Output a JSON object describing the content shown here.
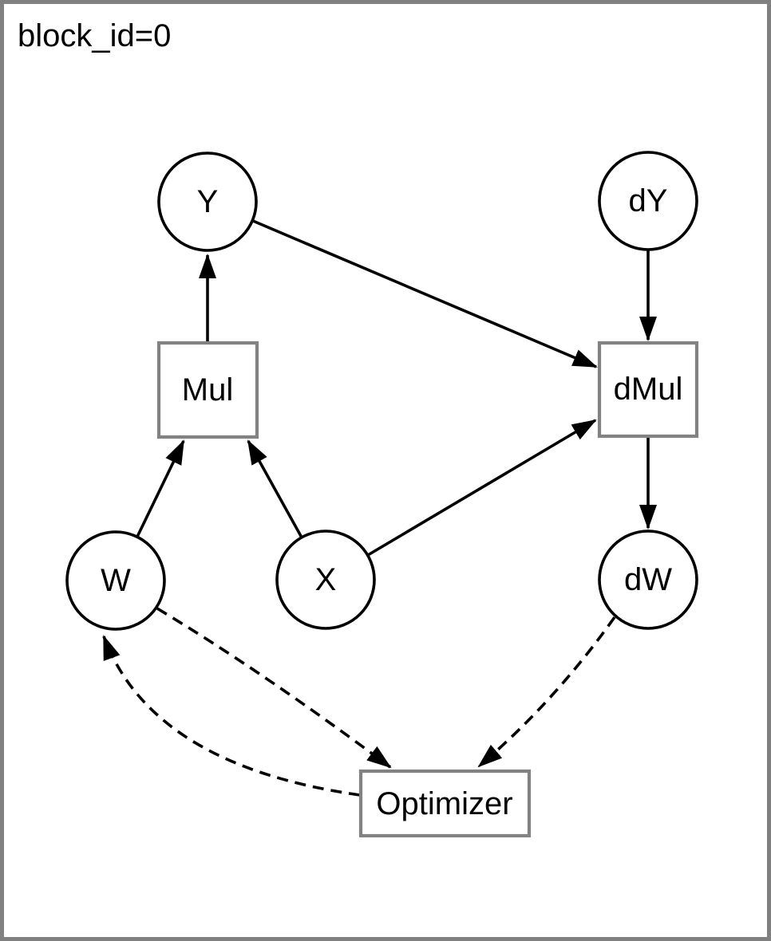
{
  "title": "block_id=0",
  "diagram": {
    "nodes": {
      "y": {
        "label": "Y",
        "shape": "circle"
      },
      "dy": {
        "label": "dY",
        "shape": "circle"
      },
      "mul": {
        "label": "Mul",
        "shape": "rect"
      },
      "dmul": {
        "label": "dMul",
        "shape": "rect"
      },
      "w": {
        "label": "W",
        "shape": "circle"
      },
      "x": {
        "label": "X",
        "shape": "circle"
      },
      "dw": {
        "label": "dW",
        "shape": "circle"
      },
      "optimizer": {
        "label": "Optimizer",
        "shape": "rect"
      }
    },
    "edges": [
      {
        "from": "W",
        "to": "Mul",
        "style": "solid"
      },
      {
        "from": "X",
        "to": "Mul",
        "style": "solid"
      },
      {
        "from": "Mul",
        "to": "Y",
        "style": "solid"
      },
      {
        "from": "Y",
        "to": "dMul",
        "style": "solid"
      },
      {
        "from": "X",
        "to": "dMul",
        "style": "solid"
      },
      {
        "from": "dY",
        "to": "dMul",
        "style": "solid"
      },
      {
        "from": "dMul",
        "to": "dW",
        "style": "solid"
      },
      {
        "from": "W",
        "to": "Optimizer",
        "style": "dashed"
      },
      {
        "from": "dW",
        "to": "Optimizer",
        "style": "dashed"
      },
      {
        "from": "Optimizer",
        "to": "W",
        "style": "dashed"
      }
    ],
    "colors": {
      "background": "#ffffff",
      "frame": "#808080",
      "node_stroke": "#000000",
      "box_stroke": "#828282",
      "edge": "#000000",
      "text": "#000000"
    }
  }
}
